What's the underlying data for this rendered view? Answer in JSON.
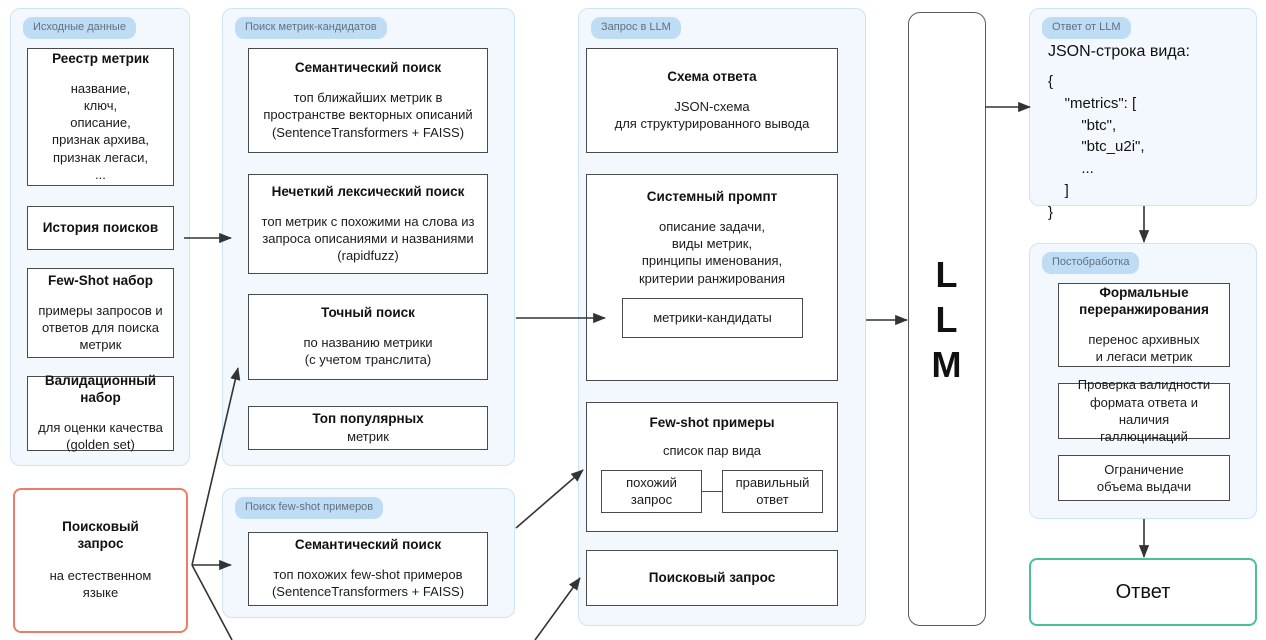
{
  "groups": {
    "source_data": {
      "label": "Исходные данные"
    },
    "candidate_search": {
      "label": "Поиск метрик-кандидатов"
    },
    "fewshot_search": {
      "label": "Поиск few-shot примеров"
    },
    "llm_request": {
      "label": "Запрос в LLM"
    },
    "llm_answer": {
      "label": "Ответ от LLM"
    },
    "postprocess": {
      "label": "Постобработка"
    }
  },
  "source_data": {
    "registry": {
      "title": "Реестр метрик",
      "body": "название,\nключ,\nописание,\nпризнак архива,\nпризнак легаси,\n..."
    },
    "history": {
      "title": "История поисков"
    },
    "fewshot_set": {
      "title": "Few-Shot набор",
      "body": "примеры запросов и\nответов для поиска\nметрик"
    },
    "validation_set": {
      "title": "Валидационный набор",
      "body": "для оценки качества\n(golden set)"
    }
  },
  "query": {
    "title": "Поисковый\nзапрос",
    "body": "на естественном\nязыке",
    "border_color": "#ef7c68"
  },
  "candidate_search": {
    "semantic": {
      "title": "Семантический поиск",
      "body": "топ ближайших метрик в\nпространстве векторных описаний\n(SentenceTransformers + FAISS)"
    },
    "fuzzy": {
      "title": "Нечеткий лексический поиск",
      "body": "топ метрик с похожими на слова из\nзапроса описаниями и названиями\n(rapidfuzz)"
    },
    "exact": {
      "title": "Точный поиск",
      "body": "по названию метрики\n(с учетом транслита)"
    },
    "popular": {
      "title": "Топ популярных",
      "body": "метрик"
    }
  },
  "fewshot_search": {
    "semantic": {
      "title": "Семантический поиск",
      "body": "топ похожих few-shot примеров\n(SentenceTransformers + FAISS)"
    }
  },
  "llm_request": {
    "schema": {
      "title": "Схема ответа",
      "body": "JSON-схема\nдля структурированного вывода"
    },
    "system_prompt": {
      "title": "Системный промпт",
      "body": "описание задачи,\nвиды метрик,\nпринципы именования,\nкритерии ранжирования",
      "inner_box": "метрики-кандидаты"
    },
    "fewshot_examples": {
      "title": "Few-shot примеры",
      "body": "список пар вида",
      "pair_left": "похожий\nзапрос",
      "pair_right": "правильный\nответ"
    },
    "search_query": {
      "title": "Поисковый запрос"
    }
  },
  "llm": {
    "letters": [
      "L",
      "L",
      "M"
    ]
  },
  "llm_answer": {
    "title": "JSON-строка вида:",
    "body": "{\n    \"metrics\": [\n        \"btc\",\n        \"btc_u2i\",\n        ...\n    ]\n}"
  },
  "postprocess": {
    "rerank": {
      "title": "Формальные\nпереранжирования",
      "body": "перенос архивных\nи легаси метрик"
    },
    "validity": {
      "title": "Проверка валидности\nформата ответа и наличия\nгаллюцинаций"
    },
    "limit": {
      "title": "Ограничение\nобъема выдачи"
    }
  },
  "answer": {
    "title": "Ответ",
    "border_color": "#4bbf9b"
  },
  "colors": {
    "group_bg": "#f3f8fe",
    "group_border": "#cfe3f7",
    "badge_bg": "#bfdcf5",
    "badge_text": "#60717f",
    "node_border": "#4a4a4a",
    "arrow": "#333333"
  }
}
